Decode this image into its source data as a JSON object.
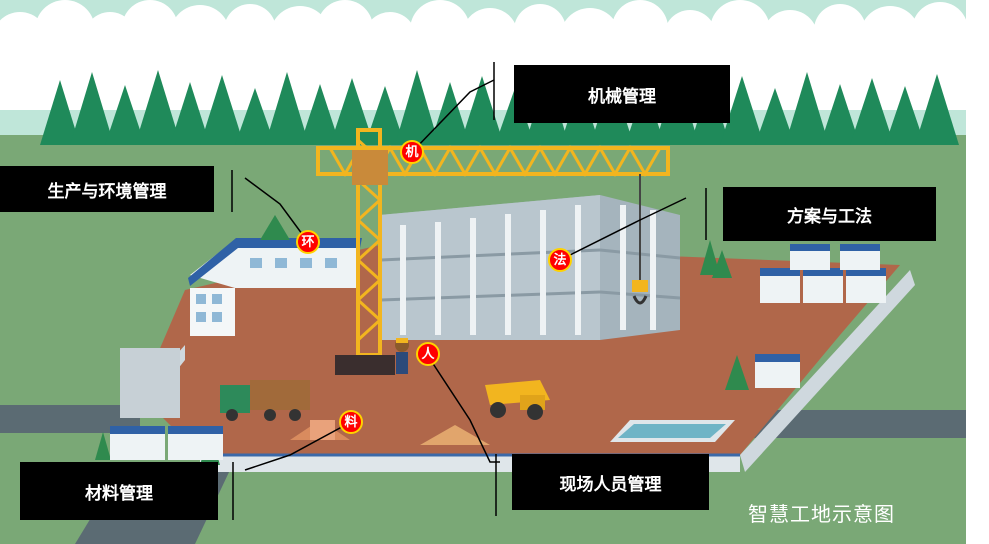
{
  "labels": {
    "machinery": "机械管理",
    "production_environment": "生产与环境管理",
    "plan_method": "方案与工法",
    "materials": "材料管理",
    "personnel": "现场人员管理"
  },
  "markers": {
    "machine": "机",
    "environment": "环",
    "method": "法",
    "people": "人",
    "material": "料"
  },
  "caption": "智慧工地示意图",
  "colors": {
    "sky": "#bfe6d9",
    "grass": "#7aa876",
    "ground": "#b0674a",
    "marker_fill": "#ff0000",
    "marker_ring": "#ffd200",
    "label_bg": "#000000",
    "crane": "#f2b51f"
  }
}
